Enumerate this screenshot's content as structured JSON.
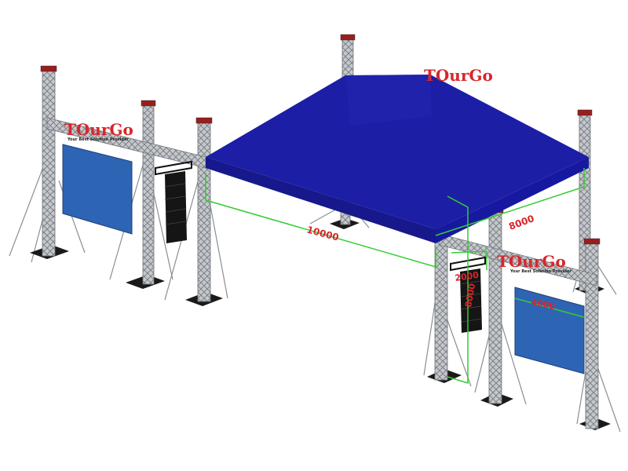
{
  "brand": {
    "name": "TOurGo",
    "tagline": "Your Best Solution Provider"
  },
  "dimensions": {
    "width": "10000",
    "depth": "8000",
    "speaker_width": "2000",
    "speaker_height": "8000",
    "screen_height": "4000"
  },
  "colors": {
    "roof": "#1c1ea6",
    "roof_dark": "#16188c",
    "screen": "#2e64b4",
    "truss": "#aeb2b8",
    "dim_line": "#33cc33",
    "brand": "#d8262b",
    "speaker": "#151515"
  }
}
